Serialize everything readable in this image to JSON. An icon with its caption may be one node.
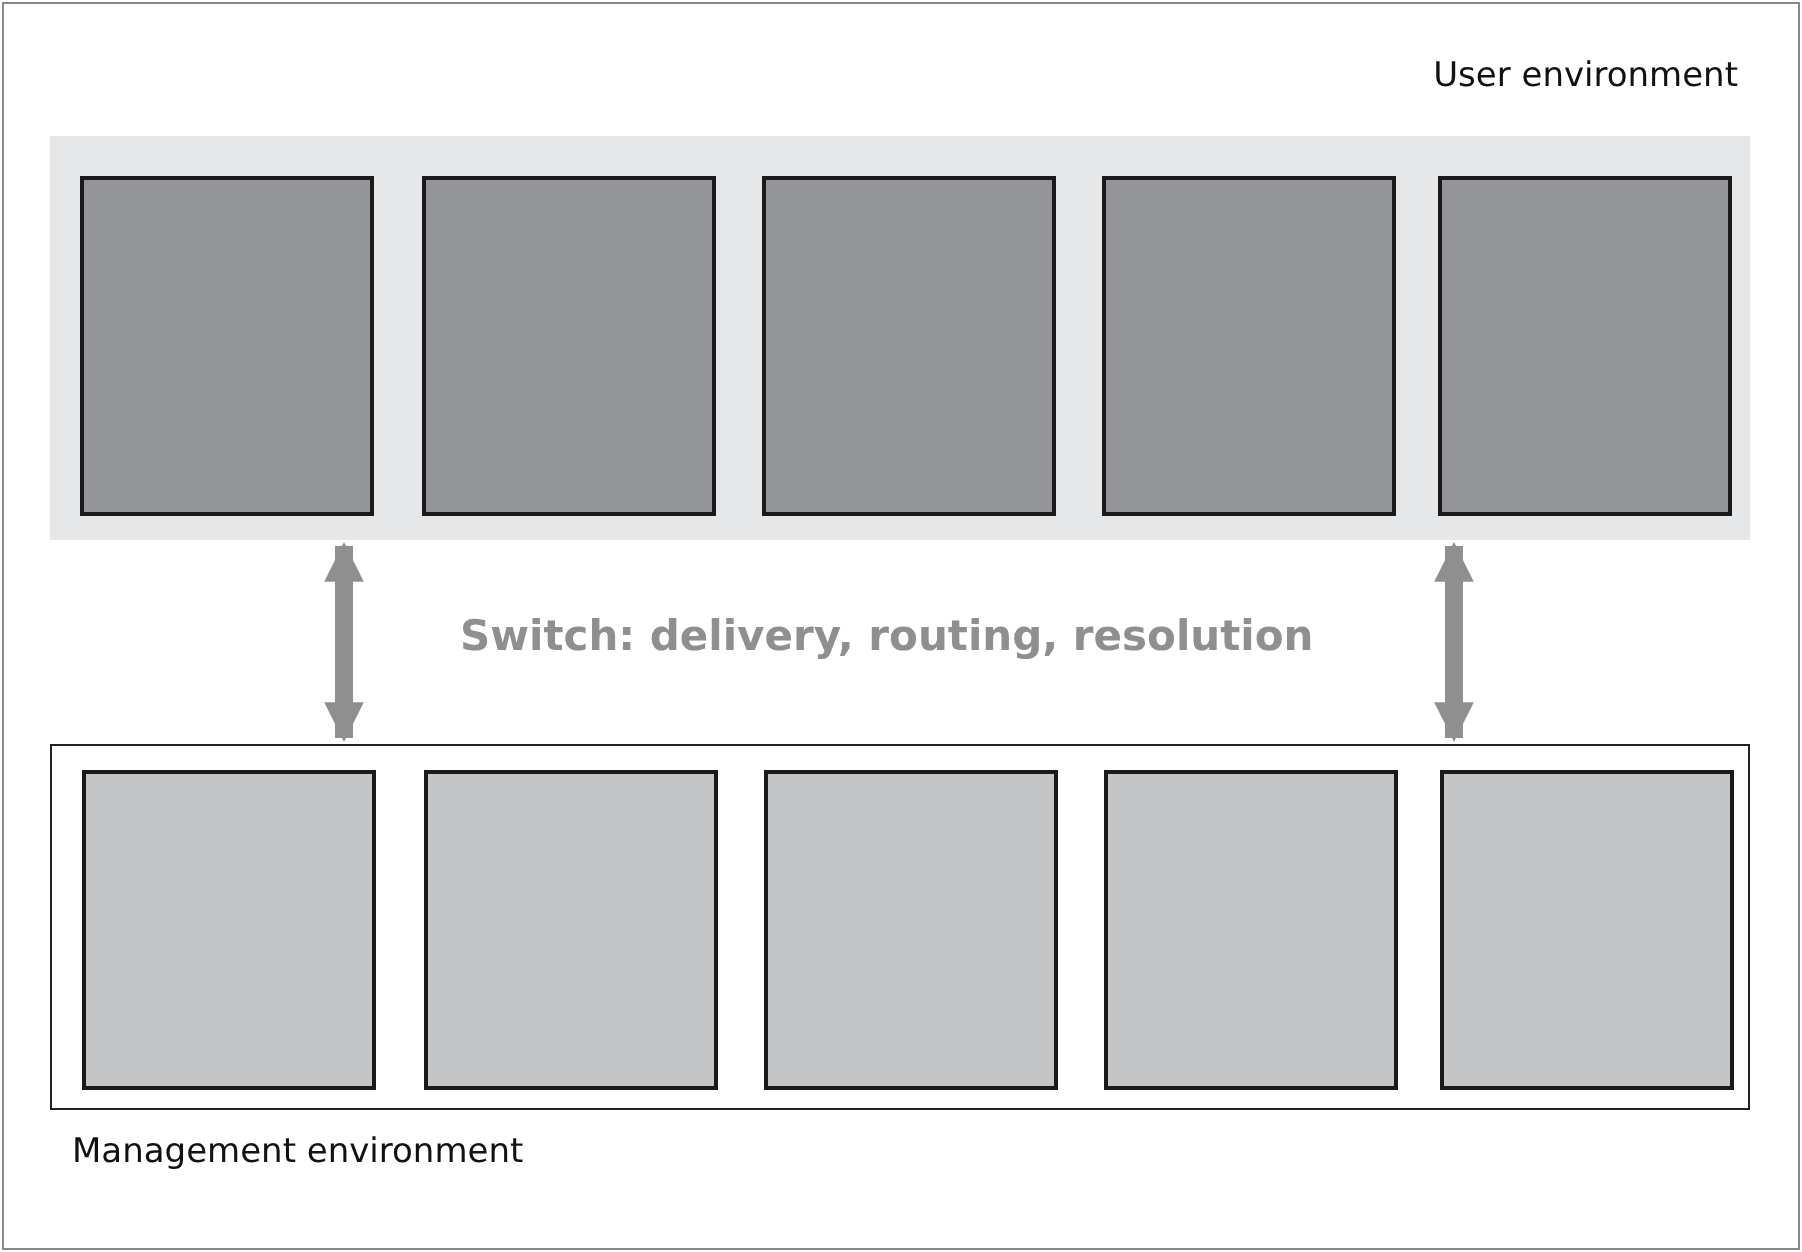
{
  "diagram": {
    "nodes": [
      {
        "text": [
          "User environment"
        ]
      },
      {
        "text": [],
        "shape": "box",
        "in": 0
      },
      {
        "text": [],
        "shape": "box",
        "in": 0
      },
      {
        "text": [],
        "shape": "box",
        "in": 0
      },
      {
        "text": [],
        "shape": "box",
        "in": 0
      },
      {
        "text": [],
        "shape": "box",
        "in": 0
      },
      {
        "text": [
          "Management environment"
        ]
      },
      {
        "text": [],
        "shape": "box",
        "in": 6
      },
      {
        "text": [],
        "shape": "box",
        "in": 6
      },
      {
        "text": [],
        "shape": "box",
        "in": 6
      },
      {
        "text": [],
        "shape": "box",
        "in": 6
      },
      {
        "text": [],
        "shape": "box",
        "in": 6
      }
    ],
    "edges": [
      {
        "from": 0,
        "to": 6,
        "arrow": "both"
      },
      {
        "from": 0,
        "to": 6,
        "arrow": "both"
      }
    ],
    "labels": [
      "Switch: delivery, routing, resolution"
    ]
  }
}
